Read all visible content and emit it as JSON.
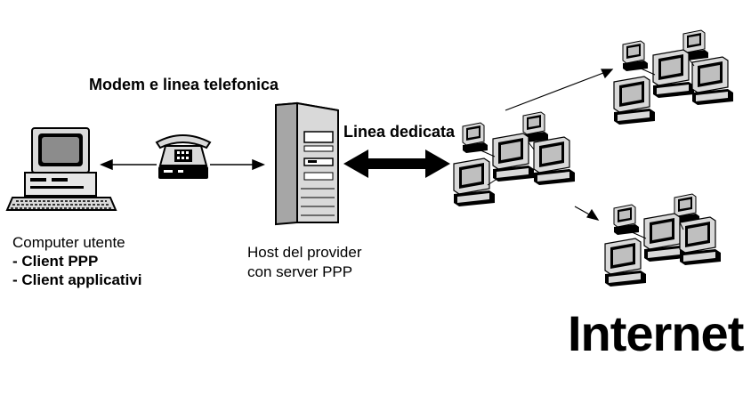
{
  "labels": {
    "modem_line": "Modem e linea telefonica",
    "dedicated_line": "Linea dedicata",
    "user_computer": {
      "title": "Computer utente",
      "items": [
        "- Client PPP",
        "- Client applicativi"
      ]
    },
    "provider_host": {
      "line1": "Host del provider",
      "line2": "con server PPP"
    },
    "network": "Internet"
  },
  "icons": [
    "desktop-computer-icon",
    "telephone-modem-icon",
    "server-tower-icon",
    "network-computer-icon"
  ],
  "colors": {
    "ink": "#000000",
    "grey_light": "#d9d9d9",
    "grey_mid": "#a6a6a6",
    "background": "#ffffff"
  }
}
